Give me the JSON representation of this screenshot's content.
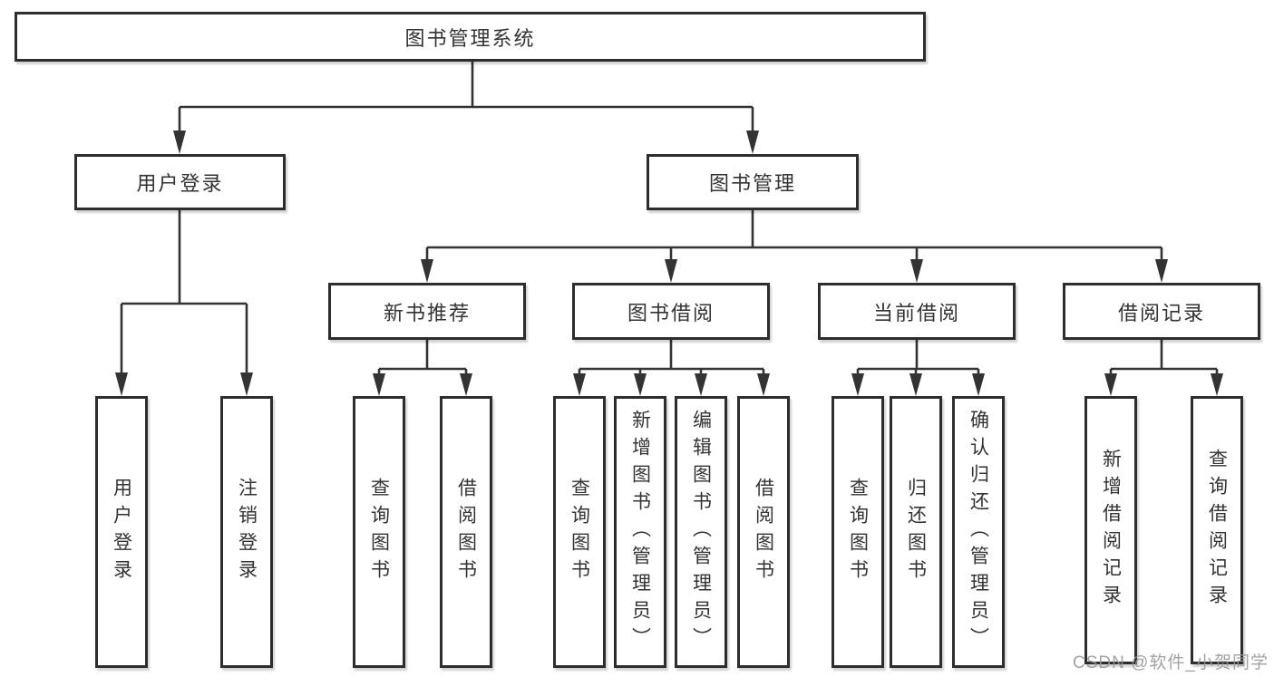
{
  "title": "图书管理系统",
  "watermark": "CSDN @软件_小贺同学",
  "colors": {
    "line": "#333333",
    "text": "#333333",
    "border": "#2d2d2d",
    "background": "#ffffff",
    "watermark": "#969696"
  },
  "nodes": {
    "root": {
      "label": "图书管理系统"
    },
    "level2": [
      {
        "label": "用户登录"
      },
      {
        "label": "图书管理"
      }
    ],
    "level3": [
      {
        "label": "新书推荐"
      },
      {
        "label": "图书借阅"
      },
      {
        "label": "当前借阅"
      },
      {
        "label": "借阅记录"
      }
    ],
    "leaves": [
      {
        "label": "用户登录"
      },
      {
        "label": "注销登录"
      },
      {
        "label": "查询图书"
      },
      {
        "label": "借阅图书"
      },
      {
        "label": "查询图书"
      },
      {
        "label": "新增图书（管理员）"
      },
      {
        "label": "编辑图书（管理员）"
      },
      {
        "label": "借阅图书"
      },
      {
        "label": "查询图书"
      },
      {
        "label": "归还图书"
      },
      {
        "label": "确认归还（管理员）"
      },
      {
        "label": "新增借阅记录"
      },
      {
        "label": "查询借阅记录"
      }
    ]
  }
}
